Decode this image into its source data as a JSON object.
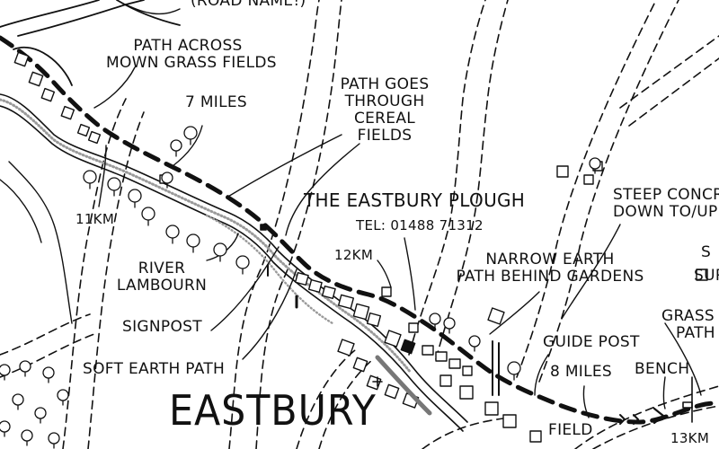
{
  "map": {
    "town": "EASTBURY",
    "pub": {
      "name": "THE EASTBURY PLOUGH",
      "tel": "TEL: 01488 71312"
    },
    "labels": {
      "road_name": "(ROAD NAME!)",
      "path_across_1": "PATH ACROSS",
      "path_across_2": "MOWN GRASS FIELDS",
      "seven_miles": "7 MILES",
      "path_goes_1": "PATH GOES",
      "path_goes_2": "THROUGH",
      "path_goes_3": "CEREAL",
      "path_goes_4": "FIELDS",
      "km11": "11KM",
      "river_1": "RIVER",
      "river_2": "LAMBOURN",
      "signpost": "SIGNPOST",
      "soft_earth": "SOFT EARTH PATH",
      "km12": "12KM",
      "narrow_1": "NARROW EARTH",
      "narrow_2": "PATH BEHIND GARDENS",
      "steep_1": "STEEP CONCR",
      "steep_2": "DOWN TO/UP",
      "guide_post": "GUIDE POST",
      "eight_miles": "8 MILES",
      "bench": "BENCH",
      "grass_1": "GRASS",
      "grass_2": "PATH",
      "field": "FIELD",
      "km13": "13KM",
      "edge_s": "S",
      "edge_sur": "SUR"
    },
    "colors": {
      "ink": "#111111",
      "paper": "#ffffff",
      "river_grey": "#9a9a9a"
    }
  }
}
